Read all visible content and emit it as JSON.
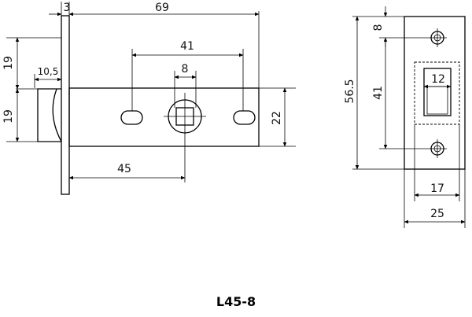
{
  "caption": "L45-8",
  "dimensions": {
    "faceplate_thickness": "3",
    "total_length": "69",
    "hole_spacing_front": "41",
    "spindle_square": "8",
    "latch_projection": "10,5",
    "latch_upper_height": "19",
    "latch_lower_height": "19",
    "body_height": "22",
    "backset": "45",
    "strike_hole_offset": "8",
    "strike_length": "56.5",
    "strike_hole_spacing": "41",
    "strike_opening_width": "12",
    "strike_inner_width": "17",
    "strike_width": "25"
  },
  "colors": {
    "line": "#000000",
    "background": "#ffffff"
  }
}
